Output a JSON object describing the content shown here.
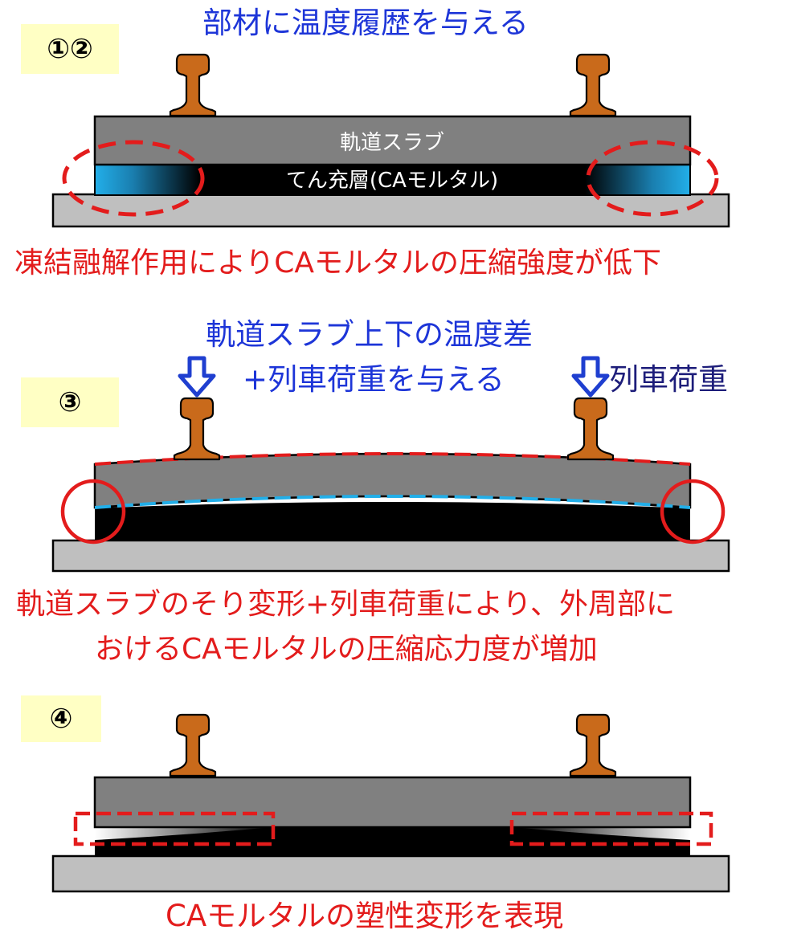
{
  "panel1": {
    "step_label": "①②",
    "title": "部材に温度履歴を与える",
    "slab_label": "軌道スラブ",
    "mortar_label": "てん充層(CAモルタル)",
    "caption": "凍結融解作用によりCAモルタルの圧縮強度が低下"
  },
  "panel2": {
    "step_label": "③",
    "title_line1": "軌道スラブ上下の温度差",
    "title_line2": "+列車荷重を与える",
    "load_label": "列車荷重",
    "caption_line1": "軌道スラブのそり変形+列車荷重により、外周部に",
    "caption_line2": "おけるCAモルタルの圧縮応力度が増加"
  },
  "panel3": {
    "step_label": "④",
    "caption": "CAモルタルの塑性変形を表現"
  },
  "colors": {
    "slab": "#808080",
    "base": "#bfbfbf",
    "mortar": "#000000",
    "mortar_damaged": "#22aee8",
    "rail": "#c96a1b",
    "highlight_red": "#e31c1c",
    "title_blue": "#1d35d8",
    "arrow_blue": "#1f3fd0",
    "label_bg": "#ffffc4"
  }
}
